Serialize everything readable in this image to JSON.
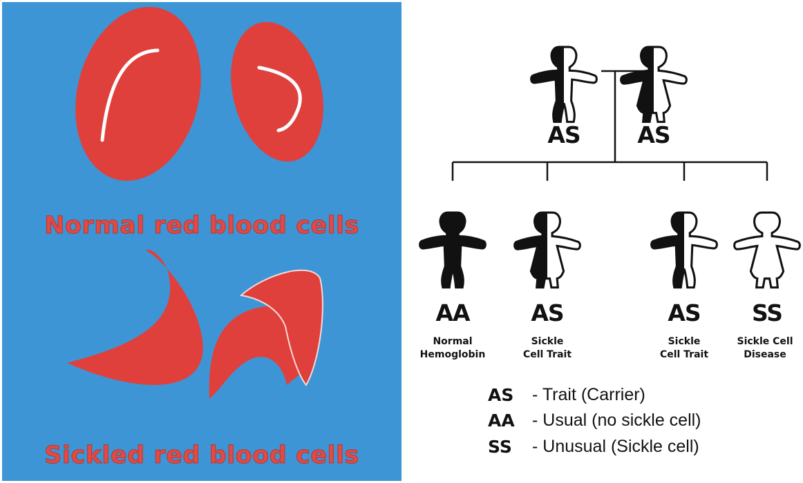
{
  "colors": {
    "panel_background": "#3d95d5",
    "cell_red": "#e0403c",
    "caption_red": "#e14a45",
    "figure_black": "#111111"
  },
  "left_panel": {
    "normal_caption": "Normal red blood cells",
    "sickled_caption": "Sickled red blood cells"
  },
  "parents": [
    {
      "genotype": "AS",
      "icon": "half-shaded-male-figure"
    },
    {
      "genotype": "AS",
      "icon": "half-shaded-female-figure"
    }
  ],
  "children": [
    {
      "genotype": "AA",
      "description": [
        "Normal",
        "Hemoglobin"
      ],
      "icon": "solid-male-figure"
    },
    {
      "genotype": "AS",
      "description": [
        "Sickle",
        "Cell Trait"
      ],
      "icon": "half-shaded-female-figure"
    },
    {
      "genotype": "AS",
      "description": [
        "Sickle",
        "Cell Trait"
      ],
      "icon": "half-shaded-male-figure"
    },
    {
      "genotype": "SS",
      "description": [
        "Sickle Cell",
        "Disease"
      ],
      "icon": "outline-female-figure"
    }
  ],
  "legend": [
    {
      "code": "AS",
      "text": "- Trait (Carrier)"
    },
    {
      "code": "AA",
      "text": "- Usual (no sickle cell)"
    },
    {
      "code": "SS",
      "text": "- Unusual (Sickle cell)"
    }
  ]
}
